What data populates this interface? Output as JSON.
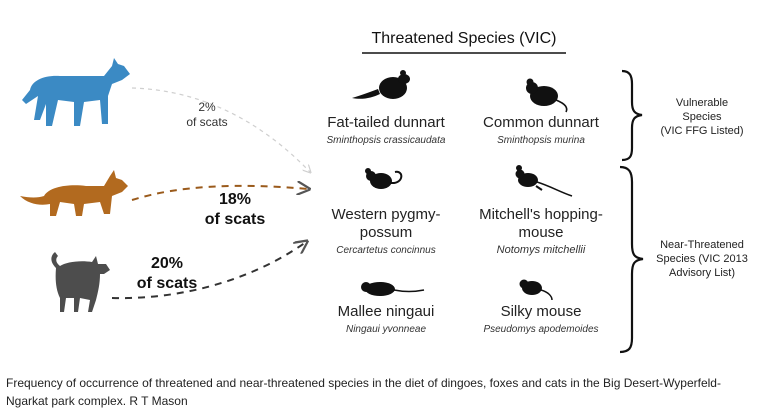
{
  "diagram": {
    "title": "Threatened Species (VIC)",
    "predators": [
      {
        "id": "dingo",
        "icon": "dingo-icon",
        "color": "#3b8ac4",
        "percent_lines": [
          "2%",
          "of scats"
        ],
        "emphasis": "light"
      },
      {
        "id": "fox",
        "icon": "fox-icon",
        "color": "#b26a1f",
        "percent_lines": [
          "18%",
          "of scats"
        ],
        "emphasis": "bold"
      },
      {
        "id": "cat",
        "icon": "cat-icon",
        "color": "#4d4d4d",
        "percent_lines": [
          "20%",
          "of scats"
        ],
        "emphasis": "bold"
      }
    ],
    "species": [
      {
        "name_lines": [
          "Fat-tailed dunnart"
        ],
        "scientific": "Sminthopsis crassicaudata",
        "icon": "dunnart-icon"
      },
      {
        "name_lines": [
          "Common dunnart"
        ],
        "scientific": "Sminthopsis murina",
        "icon": "mouse-icon"
      },
      {
        "name_lines": [
          "Western pygmy-",
          "possum"
        ],
        "scientific": "Cercartetus concinnus",
        "icon": "possum-icon"
      },
      {
        "name_lines": [
          "Mitchell's hopping-",
          "mouse"
        ],
        "scientific": "Notomys mitchellii",
        "icon": "hopping-mouse-icon"
      },
      {
        "name_lines": [
          "Mallee ningaui"
        ],
        "scientific": "Ningaui yvonneae",
        "icon": "ningaui-icon"
      },
      {
        "name_lines": [
          "Silky mouse"
        ],
        "scientific": "Pseudomys apodemoides",
        "icon": "silky-mouse-icon"
      }
    ],
    "categories": [
      {
        "label_lines": [
          "Vulnerable",
          "Species",
          "(VIC FFG Listed)"
        ]
      },
      {
        "label_lines": [
          "Near-Threatened",
          "Species (VIC 2013",
          "Advisory List)"
        ]
      }
    ],
    "ink_color": "#111111"
  },
  "caption": "Frequency of occurrence of threatened and near-threatened species in the diet of dingoes, foxes and cats in the Big Desert-Wyperfeld-Ngarkat park complex. R T Mason"
}
